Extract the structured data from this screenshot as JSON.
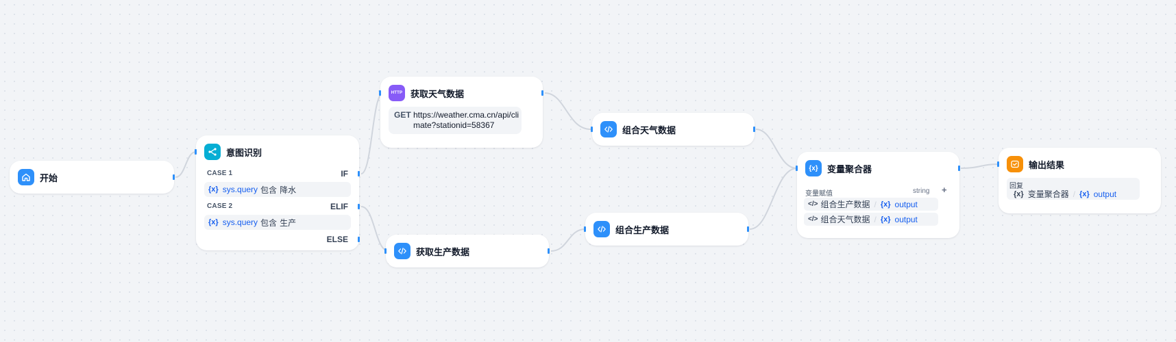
{
  "nodes": {
    "start": {
      "title": "开始"
    },
    "intent": {
      "title": "意图识别",
      "cases": [
        {
          "label": "CASE 1",
          "tag": "IF",
          "var": "sys.query",
          "op": "包含",
          "value": "降水"
        },
        {
          "label": "CASE 2",
          "tag": "ELIF",
          "var": "sys.query",
          "op": "包含",
          "value": "生产"
        }
      ],
      "else_tag": "ELSE"
    },
    "weather_http": {
      "title": "获取天气数据",
      "icon_text": "HTTP",
      "method": "GET",
      "url": "https://weather.cma.cn/api/climate?stationid=58367"
    },
    "production_fetch": {
      "title": "获取生产数据"
    },
    "weather_combine": {
      "title": "组合天气数据"
    },
    "production_combine": {
      "title": "组合生产数据"
    },
    "aggregator": {
      "title": "变量聚合器",
      "section_label": "变量赋值",
      "type": "string",
      "plus": "+",
      "items": [
        {
          "node": "组合生产数据",
          "var": "output"
        },
        {
          "node": "组合天气数据",
          "var": "output"
        }
      ]
    },
    "output": {
      "title": "输出结果",
      "reply_label": "回复",
      "reply_node": "变量聚合器",
      "reply_var": "output"
    }
  },
  "icons": {
    "start": "home-icon",
    "intent": "branch-icon",
    "http": "http-icon",
    "code": "code-icon",
    "aggregator": "variable-icon",
    "output": "answer-icon"
  },
  "colors": {
    "blue": "#2e90fa",
    "cyan": "#06aed4",
    "purple": "#875bf7",
    "orange": "#f79009",
    "edge": "#d0d5dd",
    "var_text": "#155eef"
  }
}
